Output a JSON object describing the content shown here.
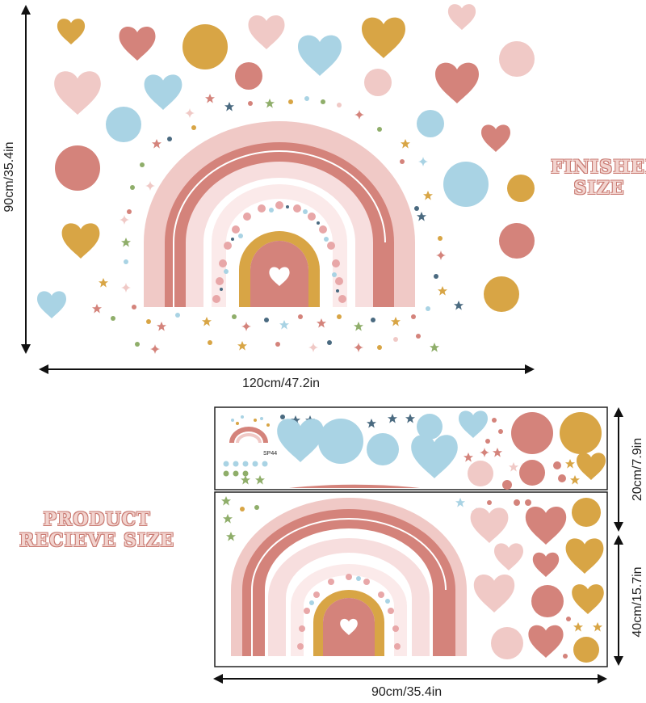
{
  "finished": {
    "caption_line1": "FINISHED",
    "caption_line2": "SIZE",
    "height_label": "90cm/35.4in",
    "width_label": "120cm/47.2in"
  },
  "product": {
    "caption_line1": "PRODUCT",
    "caption_line2": "RECIEVE SIZE",
    "sheet_code": "SP44",
    "top_sheet_label": "20cm/7.9in",
    "bottom_sheet_label": "40cm/15.7in",
    "width_label": "90cm/35.4in"
  },
  "colors": {
    "pink_light": "#f0c9c6",
    "pink_pale": "#f7dede",
    "terracotta": "#d4837b",
    "mustard": "#d8a545",
    "sky_blue": "#a9d3e4",
    "sage": "#8fae6a",
    "navy": "#4a6a80",
    "outline": "#222222"
  },
  "icons": [
    "heart-icon",
    "dot-icon",
    "star-icon",
    "sparkle-icon",
    "flower-icon"
  ]
}
